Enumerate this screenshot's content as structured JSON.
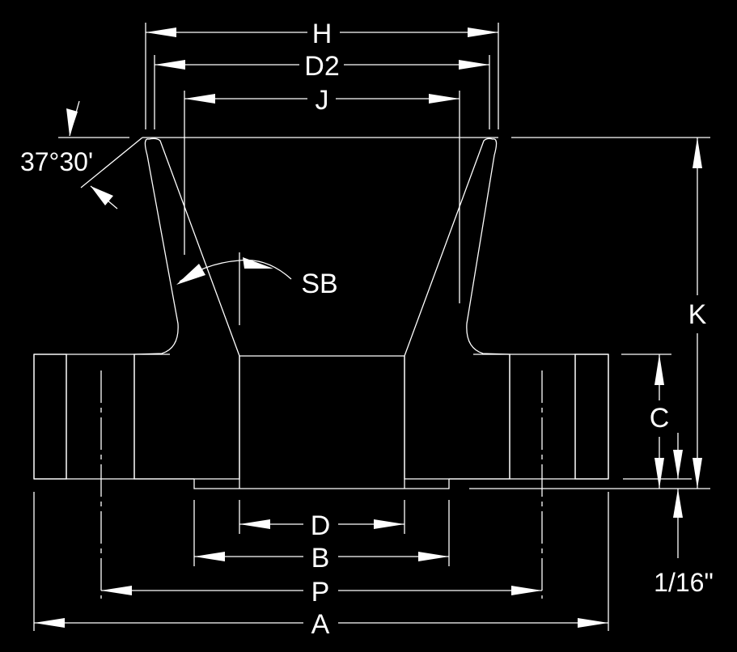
{
  "labels": {
    "H": "H",
    "D2": "D2",
    "J": "J",
    "SB": "SB",
    "K": "K",
    "C": "C",
    "D": "D",
    "B": "B",
    "P": "P",
    "A": "A",
    "raised_face": "1/16\"",
    "bevel_angle": "37°30'"
  },
  "colors": {
    "background": "#000000",
    "lines": "#ffffff"
  }
}
